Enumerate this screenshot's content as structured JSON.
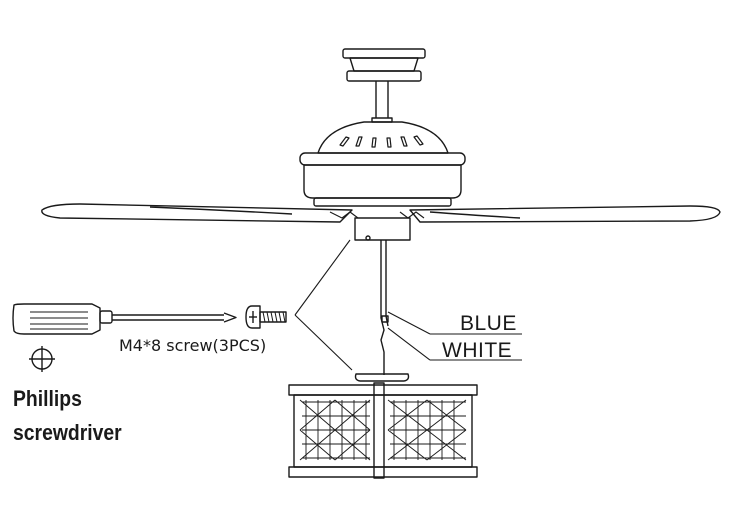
{
  "labels": {
    "blue": "BLUE",
    "white": "WHITE",
    "screw": "M4*8 screw(3PCS)",
    "tool_line1": "Phillips",
    "tool_line2": "screwdriver"
  },
  "icons": [
    "ceiling-fan-icon",
    "fan-blade-icon",
    "light-kit-icon",
    "screwdriver-icon",
    "phillips-cross-icon",
    "screw-icon"
  ],
  "colors": {
    "line": "#1a1a1a",
    "background": "#ffffff"
  }
}
